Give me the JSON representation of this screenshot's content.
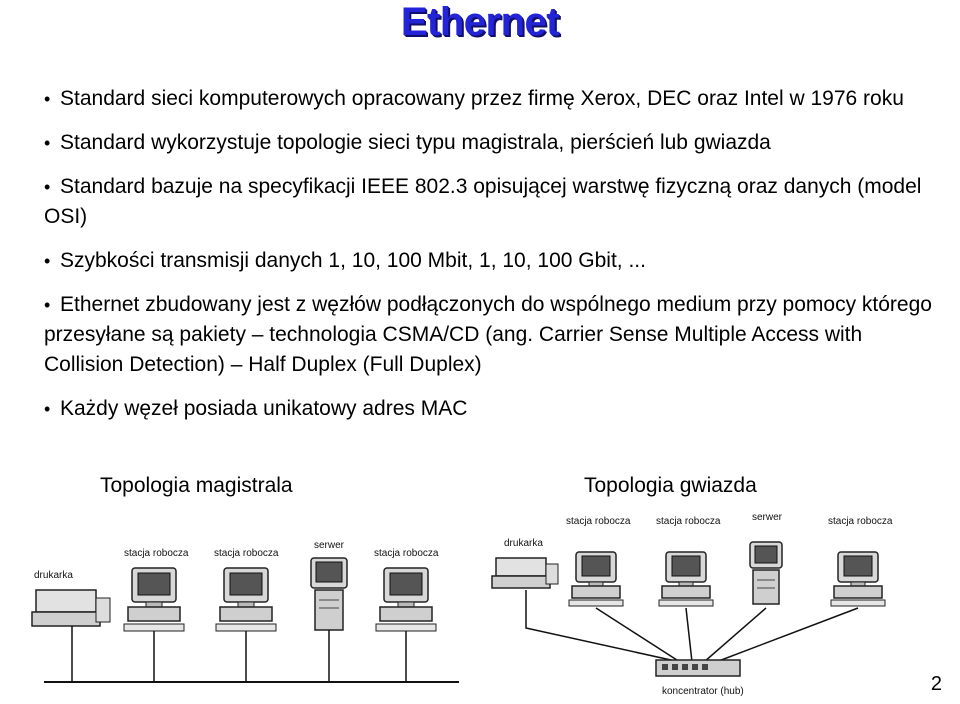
{
  "title": "Ethernet",
  "bullets": [
    "Standard sieci komputerowych opracowany przez firmę Xerox, DEC oraz Intel w 1976 roku",
    "Standard wykorzystuje topologie sieci typu magistrala, pierścień lub gwiazda",
    "Standard bazuje na specyfikacji IEEE 802.3 opisującej warstwę fizyczną oraz danych (model OSI)",
    "Szybkości transmisji danych 1, 10, 100 Mbit, 1, 10, 100 Gbit, ...",
    "Ethernet zbudowany jest z węzłów podłączonych do wspólnego medium przy pomocy którego przesyłane są pakiety – technologia CSMA/CD (ang. Carrier Sense Multiple Access with Collision Detection) – Half Duplex (Full Duplex)",
    "Każdy węzeł posiada unikatowy adres MAC"
  ],
  "figures": {
    "bus": {
      "caption": "Topologia magistrala",
      "labels": {
        "printer": "drukarka",
        "station1": "stacja robocza",
        "station2": "stacja robocza",
        "server": "serwer",
        "station3": "stacja robocza"
      }
    },
    "star": {
      "caption": "Topologia gwiazda",
      "labels": {
        "printer": "drukarka",
        "station1": "stacja robocza",
        "station2": "stacja robocza",
        "server": "serwer",
        "station3": "stacja robocza",
        "hub": "koncentrator (hub)"
      }
    }
  },
  "page_number": "2"
}
